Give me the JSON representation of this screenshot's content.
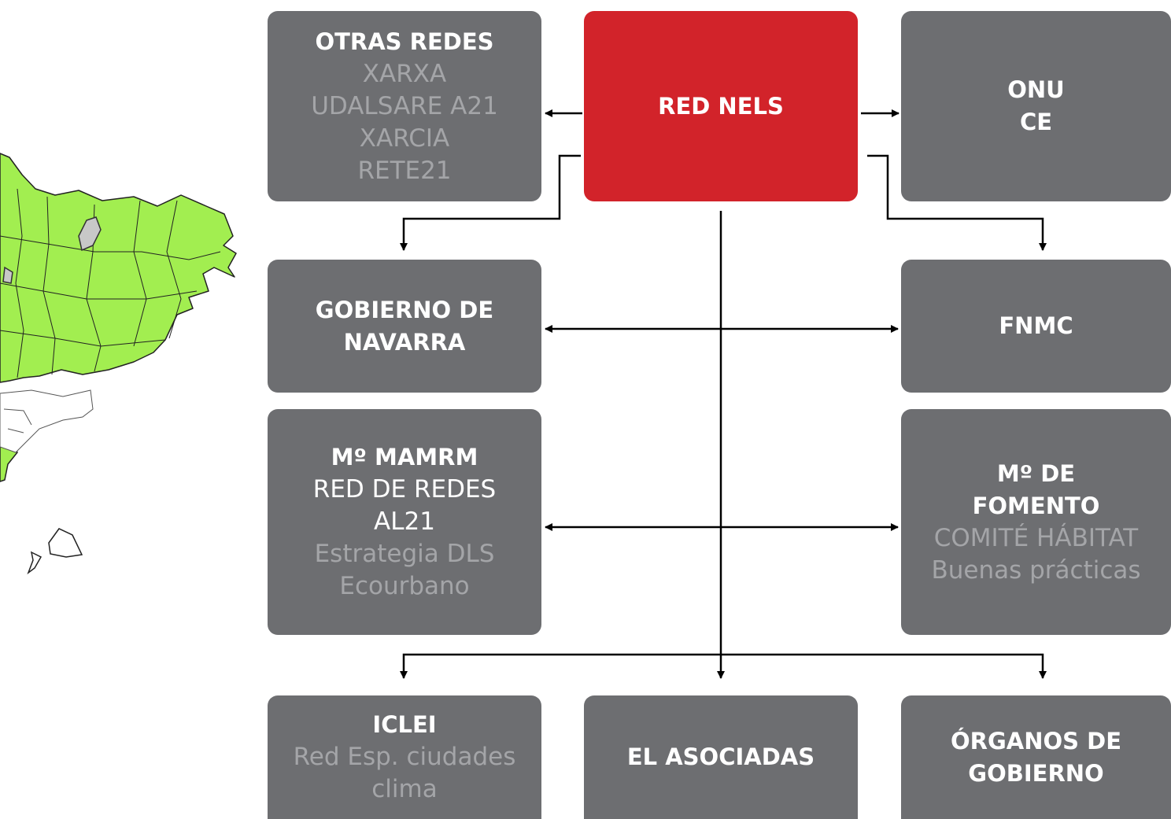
{
  "colors": {
    "box_gray": "#6d6e71",
    "box_red": "#d2232a",
    "text_white": "#ffffff",
    "text_gray": "#a4a5a8",
    "arrow": "#000000",
    "map_land": "#a2ee50"
  },
  "map": {
    "description_icon": "map-of-spain-icon"
  },
  "nodes": {
    "otras_redes": {
      "title": "OTRAS REDES",
      "lines": [
        "XARXA",
        "UDALSARE A21",
        "XARCIA",
        "RETE21"
      ]
    },
    "red_nels": {
      "title": "RED NELS"
    },
    "onu": {
      "lines": [
        "ONU",
        "CE"
      ]
    },
    "gobierno_navarra": {
      "lines": [
        "GOBIERNO DE",
        "NAVARRA"
      ]
    },
    "fnmc": {
      "title": "FNMC"
    },
    "mamrm": {
      "title": "Mº MAMRM",
      "sub_white": [
        "RED DE REDES",
        "AL21"
      ],
      "sub_gray": [
        "Estrategia DLS",
        "Ecourbano"
      ]
    },
    "fomento": {
      "title_lines": [
        "Mº DE",
        "FOMENTO"
      ],
      "sub_gray": [
        "COMITÉ HÁBITAT",
        "Buenas prácticas"
      ]
    },
    "iclei": {
      "title": "ICLEI",
      "sub_gray": [
        "Red Esp. ciudades",
        "clima"
      ]
    },
    "el_asociadas": {
      "title": "EL ASOCIADAS"
    },
    "organos": {
      "lines": [
        "ÓRGANOS DE",
        "GOBIERNO"
      ]
    }
  }
}
